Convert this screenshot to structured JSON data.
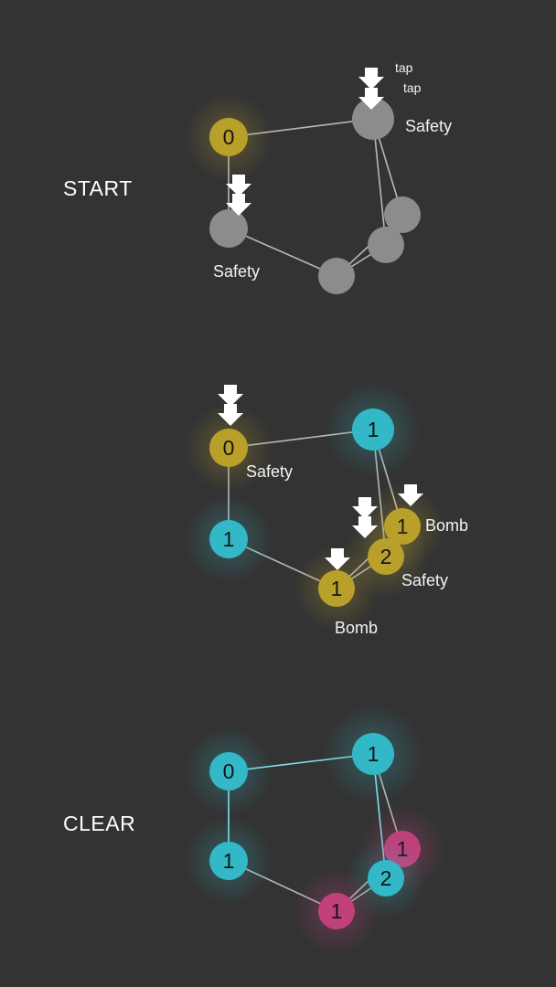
{
  "colors": {
    "background": "#333333",
    "gray_node": "#8c8c8c",
    "yellow_node": "#b8a02a",
    "cyan_node": "#33b8c8",
    "pink_node": "#c0407a",
    "line_gray": "#cfcfcf",
    "line_cyan": "#7fe3ee"
  },
  "panels": [
    {
      "id": "start",
      "stage_label": "START",
      "line_color": "gray",
      "nodes": [
        {
          "id": "a",
          "state": "yellow",
          "value": "0"
        },
        {
          "id": "b",
          "state": "gray",
          "value": ""
        },
        {
          "id": "c",
          "state": "gray",
          "value": ""
        },
        {
          "id": "d",
          "state": "gray",
          "value": ""
        },
        {
          "id": "e",
          "state": "gray",
          "value": ""
        },
        {
          "id": "f",
          "state": "gray",
          "value": ""
        }
      ],
      "annotations": [
        {
          "id": "a1",
          "text": "Safety"
        },
        {
          "id": "a2",
          "text": "Safety"
        },
        {
          "id": "tap1",
          "text": "tap"
        },
        {
          "id": "tap2",
          "text": "tap"
        }
      ]
    },
    {
      "id": "middle",
      "stage_label": "",
      "line_color": "gray",
      "nodes": [
        {
          "id": "a",
          "state": "yellow",
          "value": "0"
        },
        {
          "id": "b",
          "state": "cyan",
          "value": "1"
        },
        {
          "id": "c",
          "state": "cyan",
          "value": "1"
        },
        {
          "id": "d",
          "state": "yellow",
          "value": "1"
        },
        {
          "id": "e",
          "state": "yellow",
          "value": "2"
        },
        {
          "id": "f",
          "state": "yellow",
          "value": "1"
        }
      ],
      "annotations": [
        {
          "id": "m1",
          "text": "Safety"
        },
        {
          "id": "m2",
          "text": "Bomb"
        },
        {
          "id": "m3",
          "text": "Safety"
        },
        {
          "id": "m4",
          "text": "Bomb"
        }
      ]
    },
    {
      "id": "clear",
      "stage_label": "CLEAR",
      "line_color": "cyan",
      "nodes": [
        {
          "id": "a",
          "state": "cyan",
          "value": "0"
        },
        {
          "id": "b",
          "state": "cyan",
          "value": "1"
        },
        {
          "id": "c",
          "state": "pink",
          "value": "1"
        },
        {
          "id": "d",
          "state": "cyan",
          "value": "2"
        },
        {
          "id": "e",
          "state": "pink",
          "value": "1"
        },
        {
          "id": "f",
          "state": "cyan",
          "value": "1"
        }
      ],
      "annotations": []
    }
  ]
}
